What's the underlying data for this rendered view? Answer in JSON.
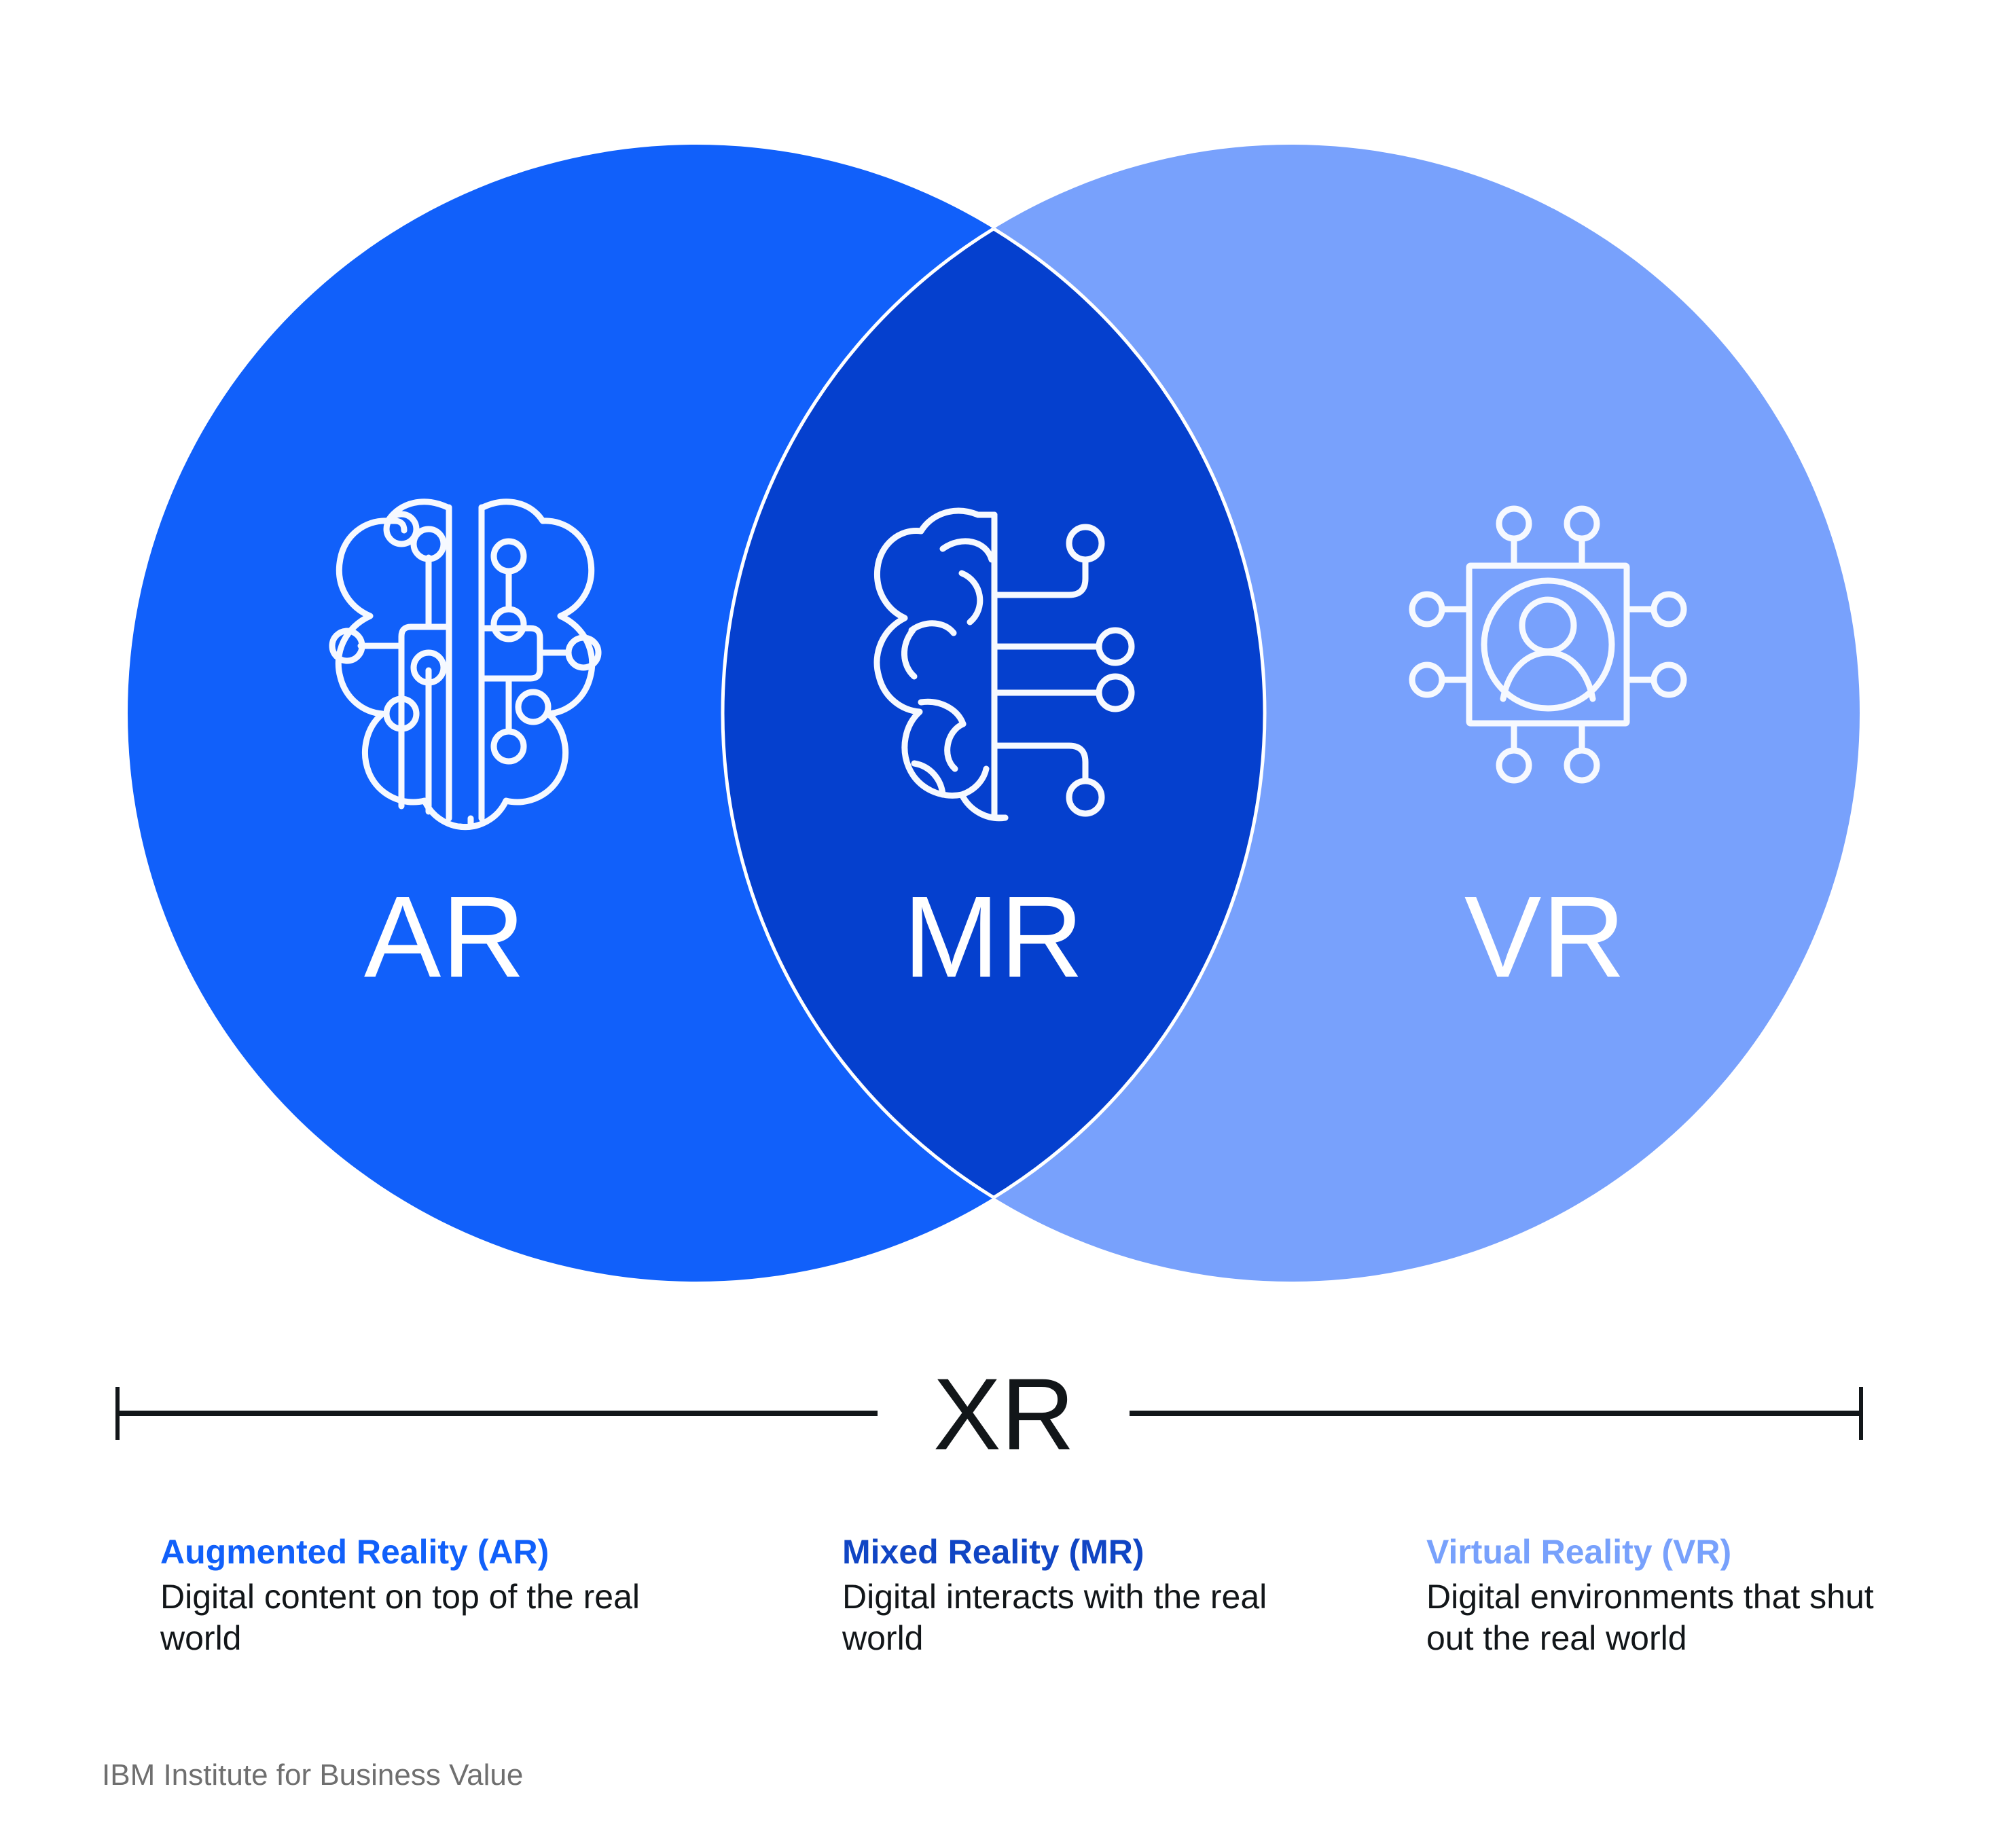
{
  "diagram": {
    "type": "venn",
    "sets": [
      {
        "id": "ar",
        "label": "AR",
        "color": "#1160FA",
        "icon": "brain-circuit-hemispheres-icon"
      },
      {
        "id": "vr",
        "label": "VR",
        "color": "#78A1FC",
        "icon": "chip-user-icon"
      }
    ],
    "intersection": {
      "id": "mr",
      "label": "MR",
      "color": "#0540CE",
      "icon": "half-brain-circuit-icon"
    },
    "umbrella": {
      "label": "XR",
      "color": "#121619"
    }
  },
  "circle_labels": {
    "ar": "AR",
    "mr": "MR",
    "vr": "VR"
  },
  "bracket": {
    "label": "XR"
  },
  "captions": [
    {
      "title": "Augmented Reality (AR)",
      "title_color": "#1160FA",
      "body": "Digital content on top of the real world"
    },
    {
      "title": "Mixed Reality (MR)",
      "title_color": "#1045C4",
      "body": "Digital interacts with the real world"
    },
    {
      "title": "Virtual Reality (VR)",
      "title_color": "#78A1FC",
      "body": "Digital environments that shut out the real world"
    }
  ],
  "footer": {
    "source": "IBM Institute for Business Value"
  }
}
